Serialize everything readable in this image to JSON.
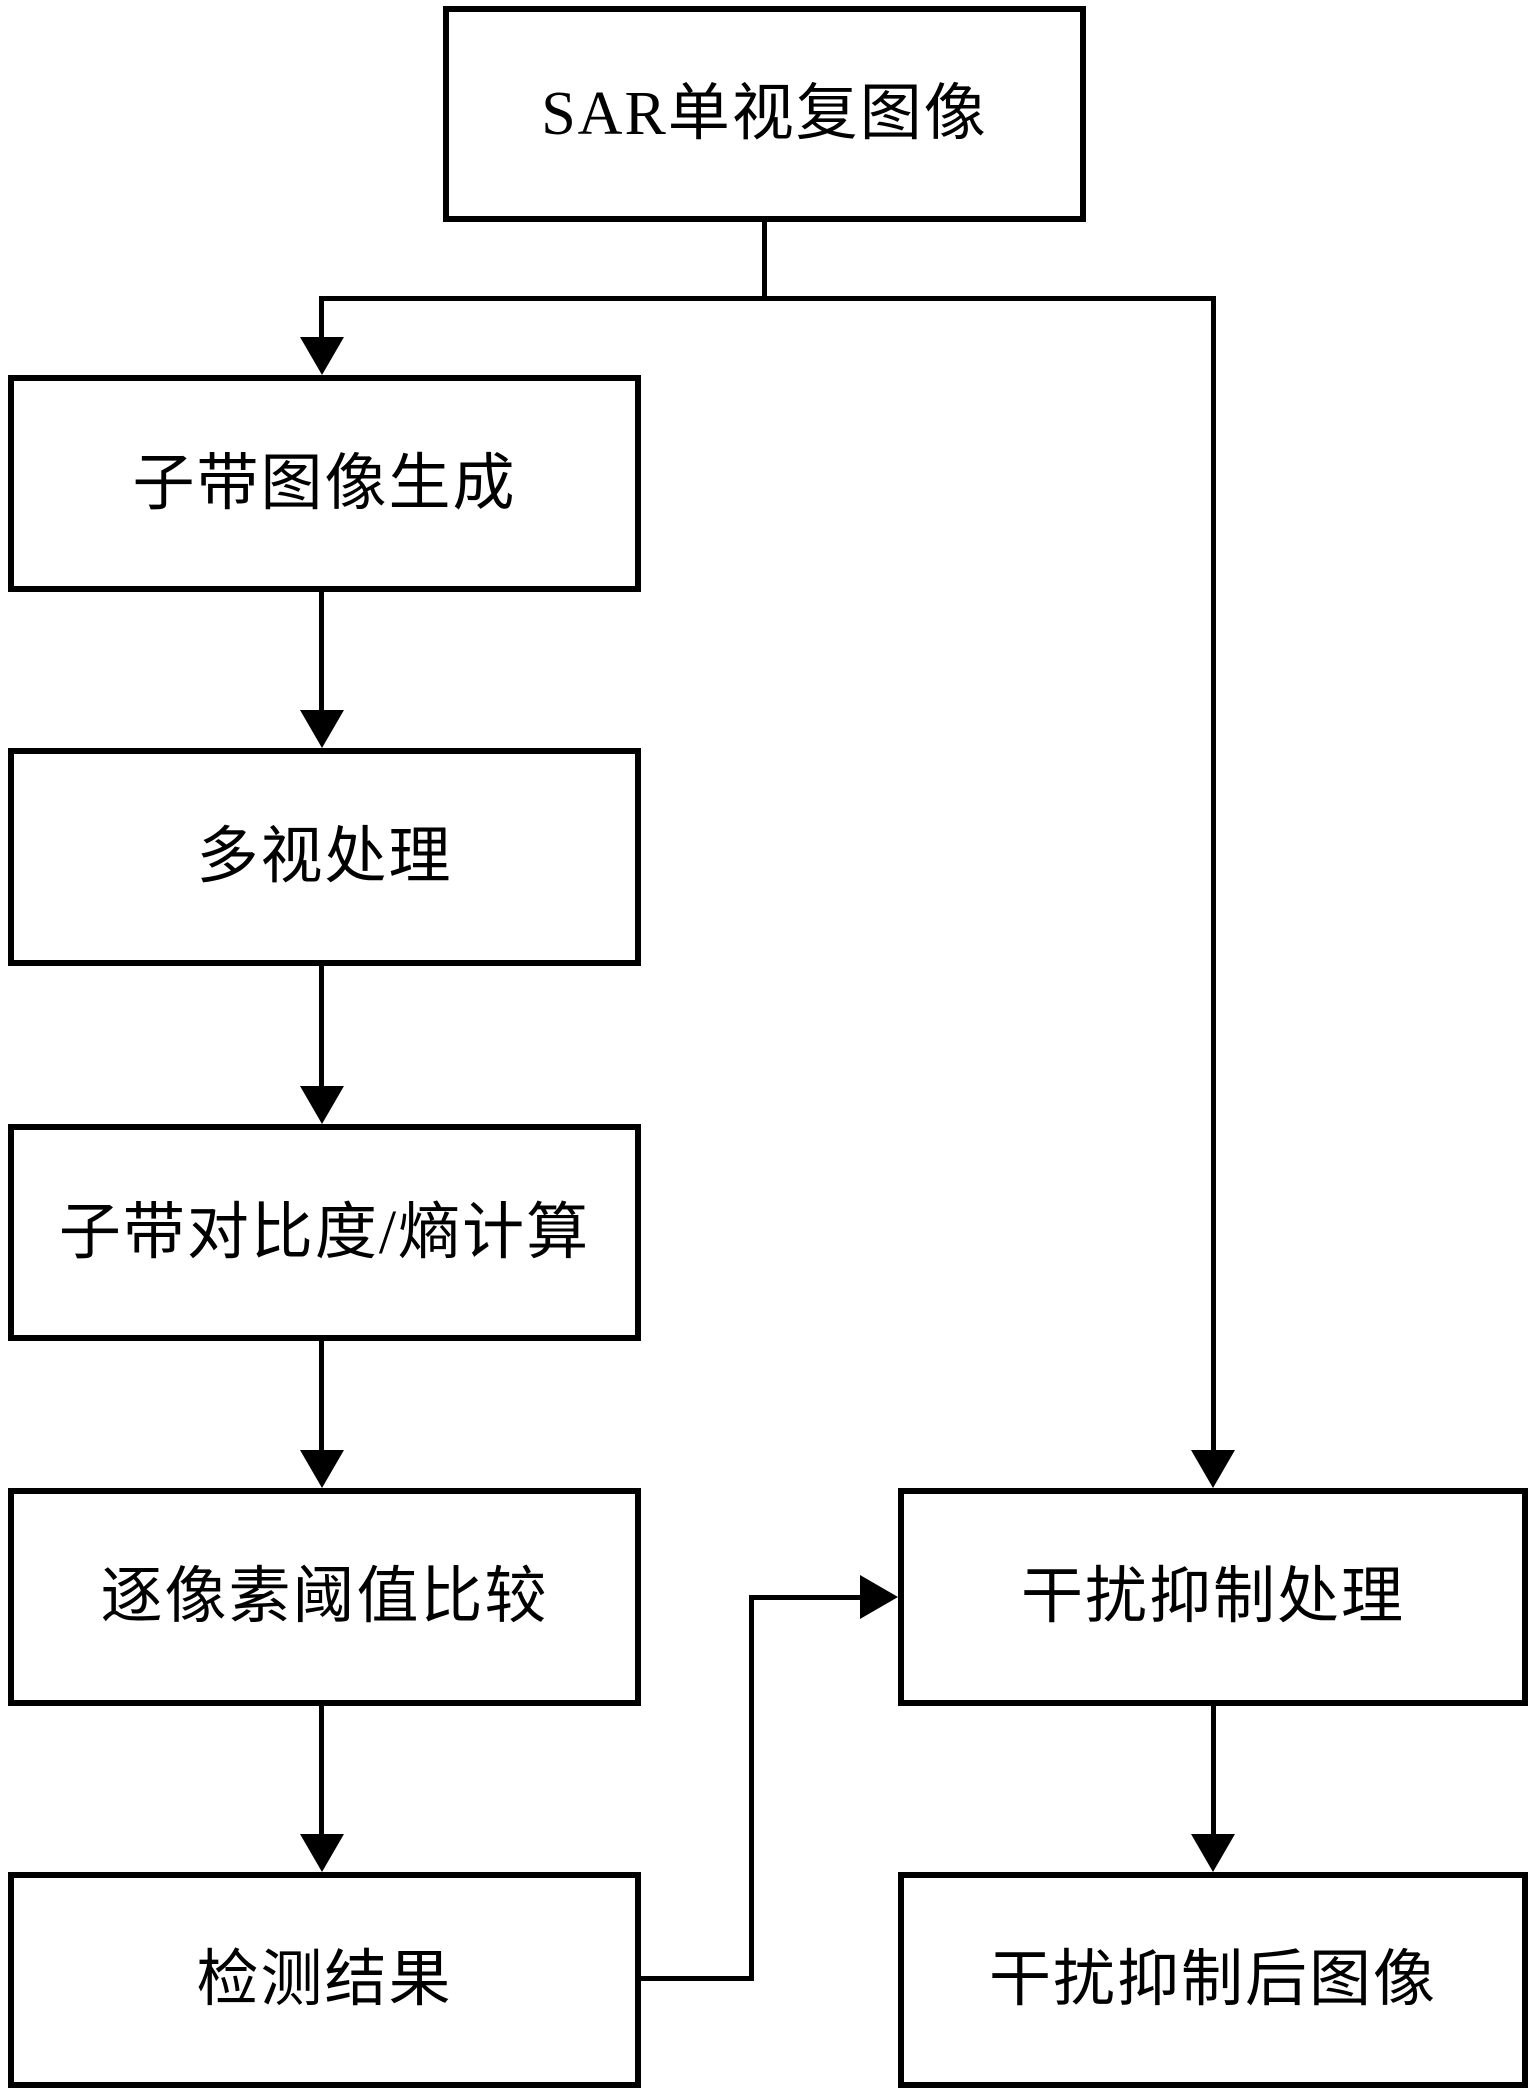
{
  "diagram": {
    "title": "SAR interference detection and suppression flowchart",
    "nodes": [
      {
        "id": "slc",
        "label": "SAR单视复图像"
      },
      {
        "id": "subband",
        "label": "子带图像生成"
      },
      {
        "id": "multilook",
        "label": "多视处理"
      },
      {
        "id": "contrast",
        "label": "子带对比度/熵计算"
      },
      {
        "id": "threshold",
        "label": "逐像素阈值比较"
      },
      {
        "id": "detect",
        "label": "检测结果"
      },
      {
        "id": "suppress",
        "label": "干扰抑制处理"
      },
      {
        "id": "output",
        "label": "干扰抑制后图像"
      }
    ],
    "edges": [
      {
        "from": "slc",
        "to": "subband"
      },
      {
        "from": "slc",
        "to": "suppress"
      },
      {
        "from": "subband",
        "to": "multilook"
      },
      {
        "from": "multilook",
        "to": "contrast"
      },
      {
        "from": "contrast",
        "to": "threshold"
      },
      {
        "from": "threshold",
        "to": "detect"
      },
      {
        "from": "detect",
        "to": "suppress"
      },
      {
        "from": "suppress",
        "to": "output"
      }
    ]
  },
  "colors": {
    "line": "#000000",
    "box_border": "#000000",
    "box_fill": "#ffffff",
    "background": "#ffffff",
    "text": "#000000"
  }
}
